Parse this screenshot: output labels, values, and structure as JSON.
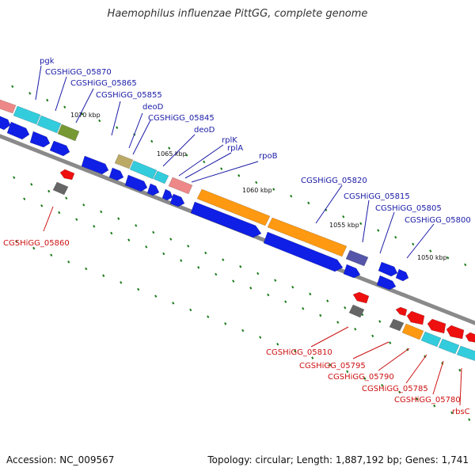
{
  "title": "Haemophilus influenzae PittGG, complete genome",
  "footer": {
    "accession": "Accession: NC_009567",
    "topology": "Topology: circular; Length: 1,887,192 bp; Genes: 1,741"
  },
  "colors": {
    "backbone": "#8a8a8a",
    "forward_label": "#1a1aa6",
    "reverse_label": "#cc1111",
    "cds_blue": "#0f1fe6",
    "cds_red": "#ee0f0f",
    "feature_cyan": "#33ccdd",
    "feature_orange": "#ff9911",
    "feature_olive": "#779933",
    "feature_pink": "#ee8888",
    "feature_khaki": "#bbaa66",
    "feature_slate": "#5555aa",
    "feature_gray": "#666666",
    "tick": "#1a7a1a"
  },
  "scale_labels": [
    "1070 kbp",
    "1065 kbp",
    "1060 kbp",
    "1055 kbp",
    "1050 kbp"
  ],
  "forward_genes": [
    "pgk",
    "CGSHiGG_05870",
    "CGSHiGG_05865",
    "CGSHiGG_05855",
    "deoD",
    "CGSHiGG_05845",
    "deoD",
    "rplK",
    "rplA",
    "rpoB",
    "CGSHiGG_05820",
    "CGSHiGG_05815",
    "CGSHiGG_05805",
    "CGSHiGG_05800"
  ],
  "reverse_genes": [
    "CGSHiGG_05860",
    "CGSHiGG_05810",
    "CGSHiGG_05795",
    "CGSHiGG_05790",
    "CGSHiGG_05785",
    "CGSHiGG_05780",
    "rbsC"
  ]
}
